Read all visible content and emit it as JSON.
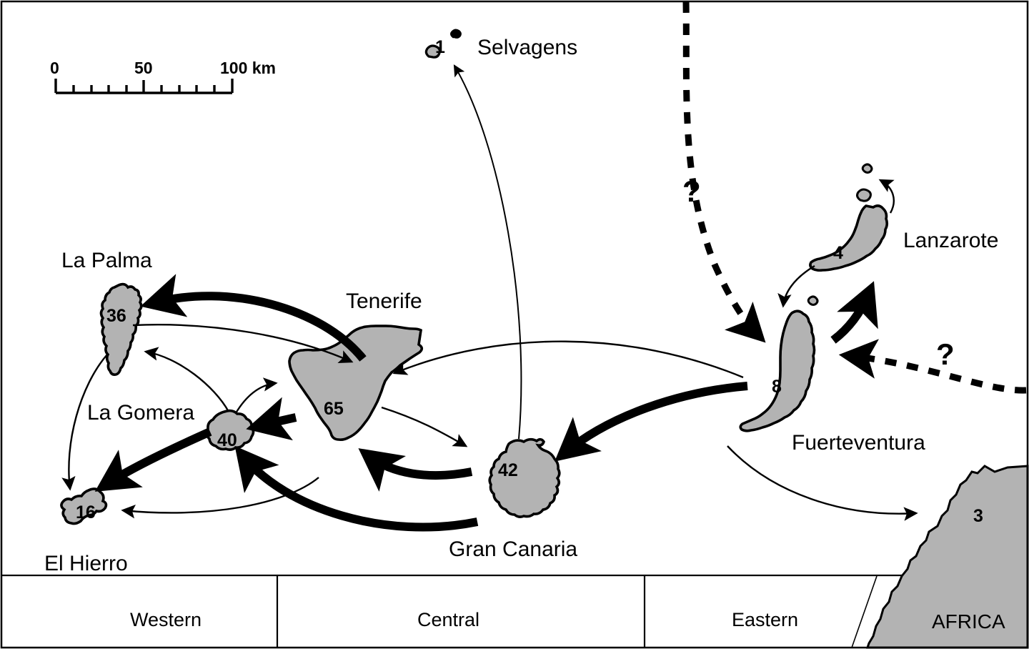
{
  "figure": {
    "type": "map-diagram",
    "subject": "Canary Islands colonization / migration diagram",
    "background_color": "#ffffff",
    "island_fill": "#b3b3b3",
    "outline_color": "#000000"
  },
  "scale_bar": {
    "ticks": [
      "0",
      "50",
      "100 km"
    ],
    "unit": "km",
    "minor_tick_count": 10
  },
  "islands": [
    {
      "id": "selvagens",
      "name": "Selvagens",
      "count": "1",
      "region": "north-outlier"
    },
    {
      "id": "la-palma",
      "name": "La Palma",
      "count": "36",
      "region": "Western"
    },
    {
      "id": "el-hierro",
      "name": "El Hierro",
      "count": "16",
      "region": "Western"
    },
    {
      "id": "la-gomera",
      "name": "La Gomera",
      "count": "40",
      "region": "Western"
    },
    {
      "id": "tenerife",
      "name": "Tenerife",
      "count": "65",
      "region": "Central"
    },
    {
      "id": "gran-canaria",
      "name": "Gran Canaria",
      "count": "42",
      "region": "Central"
    },
    {
      "id": "fuerteventura",
      "name": "Fuerteventura",
      "count": "8",
      "region": "Eastern"
    },
    {
      "id": "lanzarote",
      "name": "Lanzarote",
      "count": "4",
      "region": "Eastern"
    },
    {
      "id": "africa",
      "name": "AFRICA",
      "count": "3",
      "region": "mainland"
    }
  ],
  "regions": [
    {
      "id": "western",
      "label": "Western"
    },
    {
      "id": "central",
      "label": "Central"
    },
    {
      "id": "eastern",
      "label": "Eastern"
    }
  ],
  "unknown_markers": [
    {
      "id": "q-north",
      "symbol": "?"
    },
    {
      "id": "q-east",
      "symbol": "?"
    }
  ],
  "arrows": [
    {
      "id": "tenerife-to-la-palma",
      "from": "tenerife",
      "to": "la-palma",
      "weight": "thick"
    },
    {
      "id": "la-palma-to-tenerife",
      "from": "la-palma",
      "to": "tenerife",
      "weight": "thin"
    },
    {
      "id": "la-gomera-to-la-palma",
      "from": "la-gomera",
      "to": "la-palma",
      "weight": "thin"
    },
    {
      "id": "la-palma-to-el-hierro",
      "from": "la-palma",
      "to": "el-hierro",
      "weight": "thin"
    },
    {
      "id": "la-gomera-to-el-hierro",
      "from": "la-gomera",
      "to": "el-hierro",
      "weight": "thick"
    },
    {
      "id": "la-gomera-to-tenerife",
      "from": "la-gomera",
      "to": "tenerife",
      "weight": "thin"
    },
    {
      "id": "tenerife-to-la-gomera",
      "from": "tenerife",
      "to": "la-gomera",
      "weight": "thick"
    },
    {
      "id": "gran-canaria-to-la-gomera",
      "from": "gran-canaria",
      "to": "la-gomera",
      "weight": "thick"
    },
    {
      "id": "tenerife-to-el-hierro",
      "from": "tenerife",
      "to": "el-hierro",
      "weight": "thin"
    },
    {
      "id": "tenerife-to-gran-canaria",
      "from": "tenerife",
      "to": "gran-canaria",
      "weight": "thin"
    },
    {
      "id": "gran-canaria-to-tenerife",
      "from": "gran-canaria",
      "to": "tenerife",
      "weight": "thick"
    },
    {
      "id": "gran-canaria-to-selvagens",
      "from": "gran-canaria",
      "to": "selvagens",
      "weight": "thin"
    },
    {
      "id": "fuerteventura-to-tenerife",
      "from": "fuerteventura",
      "to": "tenerife",
      "weight": "thin"
    },
    {
      "id": "fuerteventura-to-gran-canaria",
      "from": "fuerteventura",
      "to": "gran-canaria",
      "weight": "thick"
    },
    {
      "id": "fuerteventura-to-lanzarote",
      "from": "fuerteventura",
      "to": "lanzarote",
      "weight": "thick"
    },
    {
      "id": "lanzarote-to-fuerteventura",
      "from": "lanzarote",
      "to": "fuerteventura",
      "weight": "thin"
    },
    {
      "id": "lanzarote-to-islets",
      "from": "lanzarote",
      "to": "chinijo-islets",
      "weight": "thin"
    },
    {
      "id": "fuerteventura-to-africa",
      "from": "fuerteventura",
      "to": "africa",
      "weight": "thin"
    },
    {
      "id": "unknown-north-to-fuerteventura",
      "from": "q-north",
      "to": "fuerteventura",
      "weight": "dashed"
    },
    {
      "id": "unknown-east-to-fuerteventura",
      "from": "q-east",
      "to": "fuerteventura",
      "weight": "dashed"
    }
  ]
}
